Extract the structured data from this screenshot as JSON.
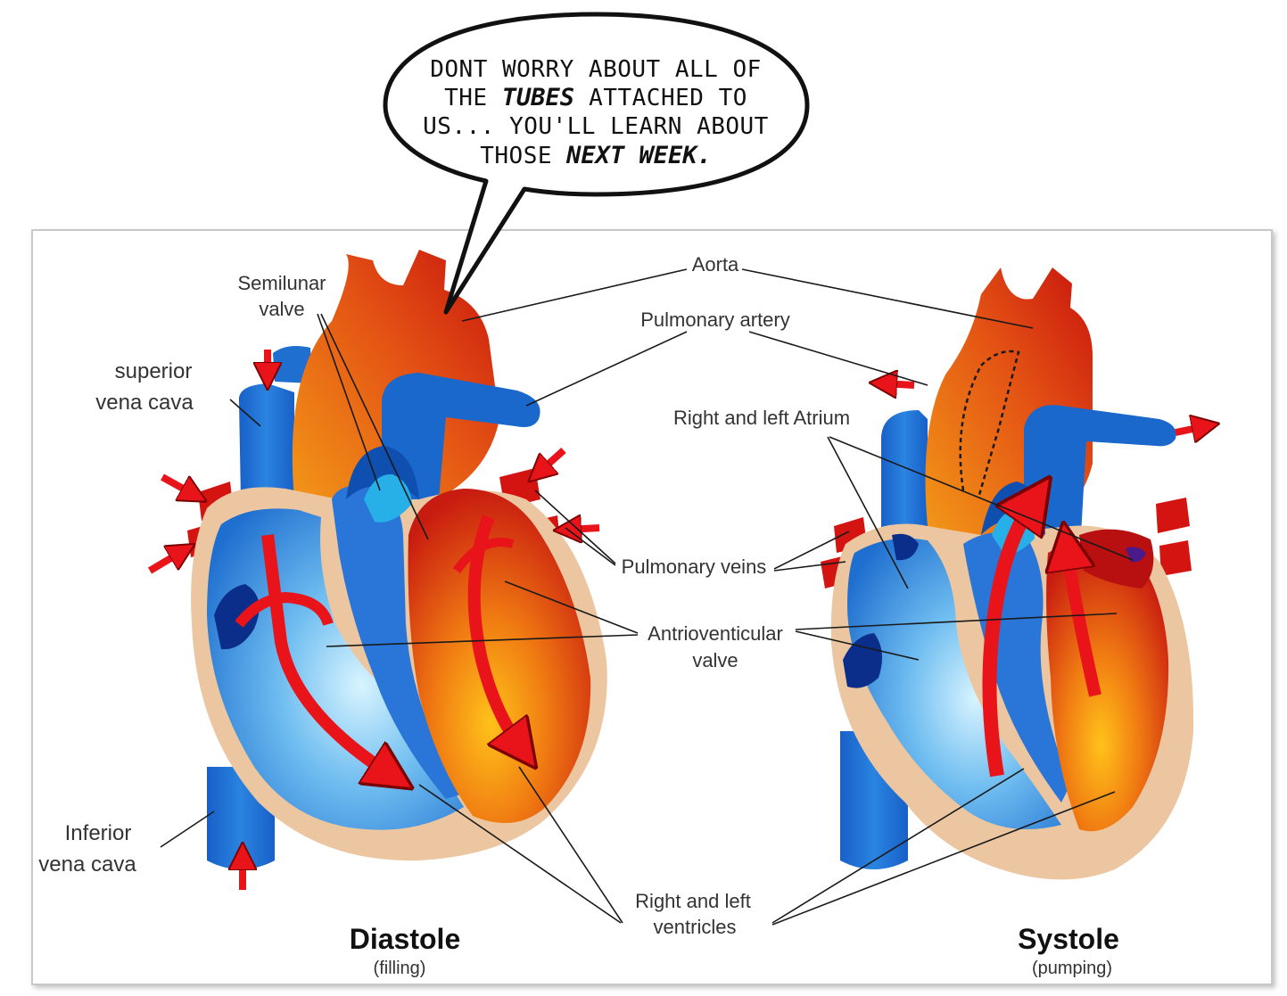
{
  "speech_bubble": {
    "line1": "DONT WORRY ABOUT ALL OF",
    "line2_pre": "THE ",
    "line2_em": "TUBES",
    "line2_post": " ATTACHED TO",
    "line3": "US... YOU'LL LEARN ABOUT",
    "line4_pre": "THOSE ",
    "line4_em": "NEXT WEEK."
  },
  "labels": {
    "semilunar_line1": "Semilunar",
    "semilunar_line2": "valve",
    "superior_line1": "superior",
    "superior_line2": "vena cava",
    "inferior_line1": "Inferior",
    "inferior_line2": "vena cava",
    "aorta": "Aorta",
    "pulmonary_artery": "Pulmonary artery",
    "atrium": "Right and left Atrium",
    "pulmonary_veins": "Pulmonary veins",
    "av_line1": "Antrioventicular",
    "av_line2": "valve",
    "ventricles_line1": "Right and left",
    "ventricles_line2": "ventricles"
  },
  "panels": {
    "diastole": {
      "title": "Diastole",
      "subtitle": "(filling)"
    },
    "systole": {
      "title": "Systole",
      "subtitle": "(pumping)"
    }
  },
  "colors": {
    "blood_red": "#d81a10",
    "blood_orange": "#f08a10",
    "vein_blue": "#1f6fd0",
    "chamber_light_blue": "#7fc8f2",
    "muscle_tan": "#ecc6a0",
    "arrow_red": "#f0141a"
  }
}
